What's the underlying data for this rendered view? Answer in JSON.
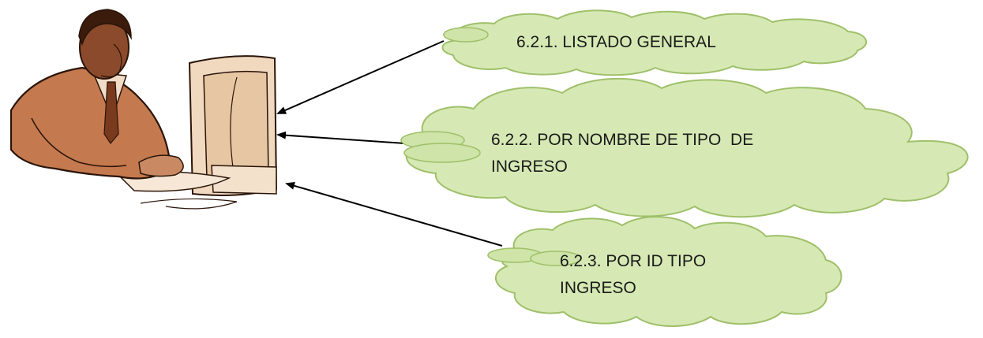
{
  "colors": {
    "cloud_fill": "#d6e9b4",
    "cloud_stroke": "#9fc06a",
    "arrow": "#000000",
    "skin": "#8b4a2b",
    "suit": "#c5794f",
    "monitor": "#e8c9a8",
    "outline": "#2a1508"
  },
  "figure": {
    "icon": "user-at-computer-icon"
  },
  "items": [
    {
      "lines": [
        "6.2.1. LISTADO GENERAL"
      ]
    },
    {
      "lines": [
        "6.2.2. POR NOMBRE DE TIPO  DE",
        "INGRESO"
      ]
    },
    {
      "lines": [
        "6.2.3. POR ID TIPO",
        "INGRESO"
      ]
    }
  ]
}
